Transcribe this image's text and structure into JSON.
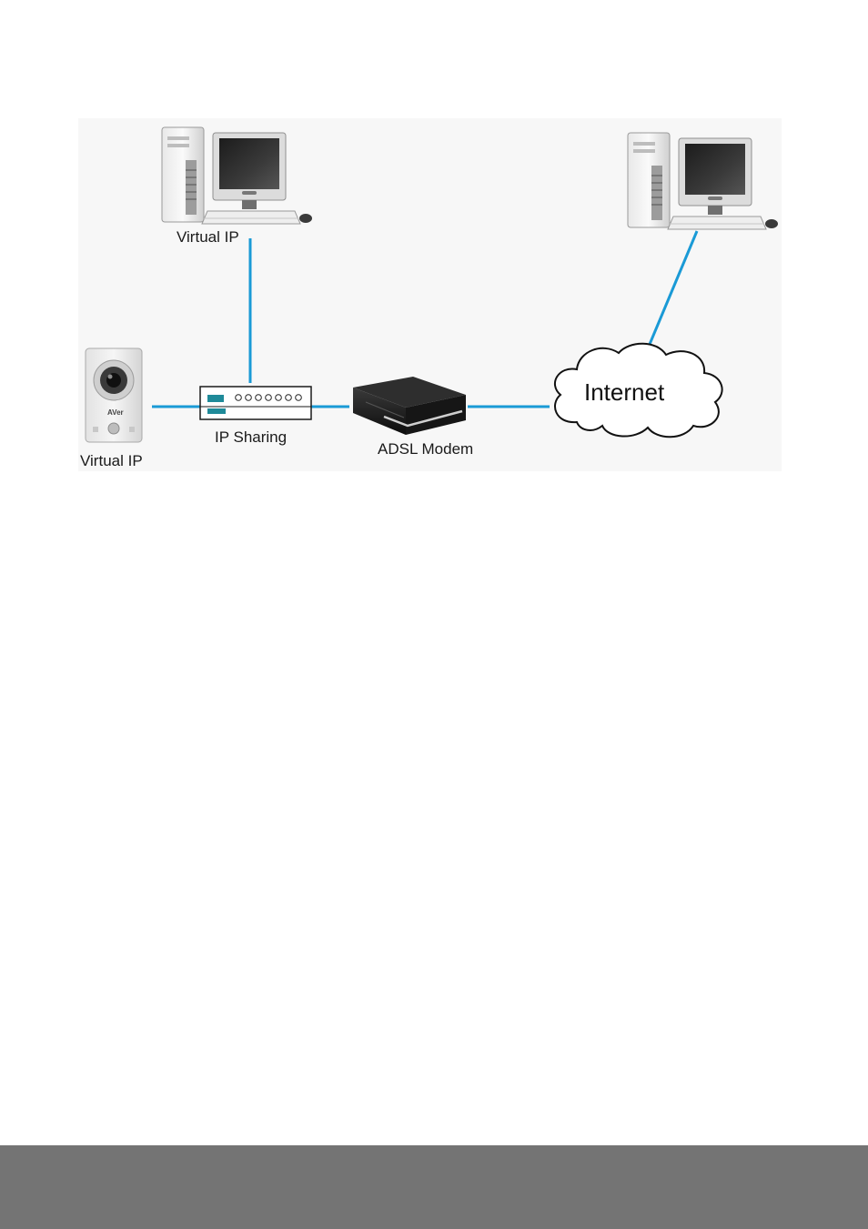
{
  "diagram": {
    "labels": {
      "pc_left": "Virtual IP",
      "camera": "Virtual IP",
      "ip_sharing": "IP Sharing",
      "adsl_modem": "ADSL Modem",
      "internet": "Internet"
    },
    "camera_logo": "AVer",
    "colors": {
      "link": "#1a9ad6",
      "panel_bg": "#f7f7f7",
      "footer": "#747474"
    },
    "icons": [
      "desktop-computer-icon",
      "ip-camera-icon",
      "router-icon",
      "modem-icon",
      "cloud-icon"
    ]
  }
}
